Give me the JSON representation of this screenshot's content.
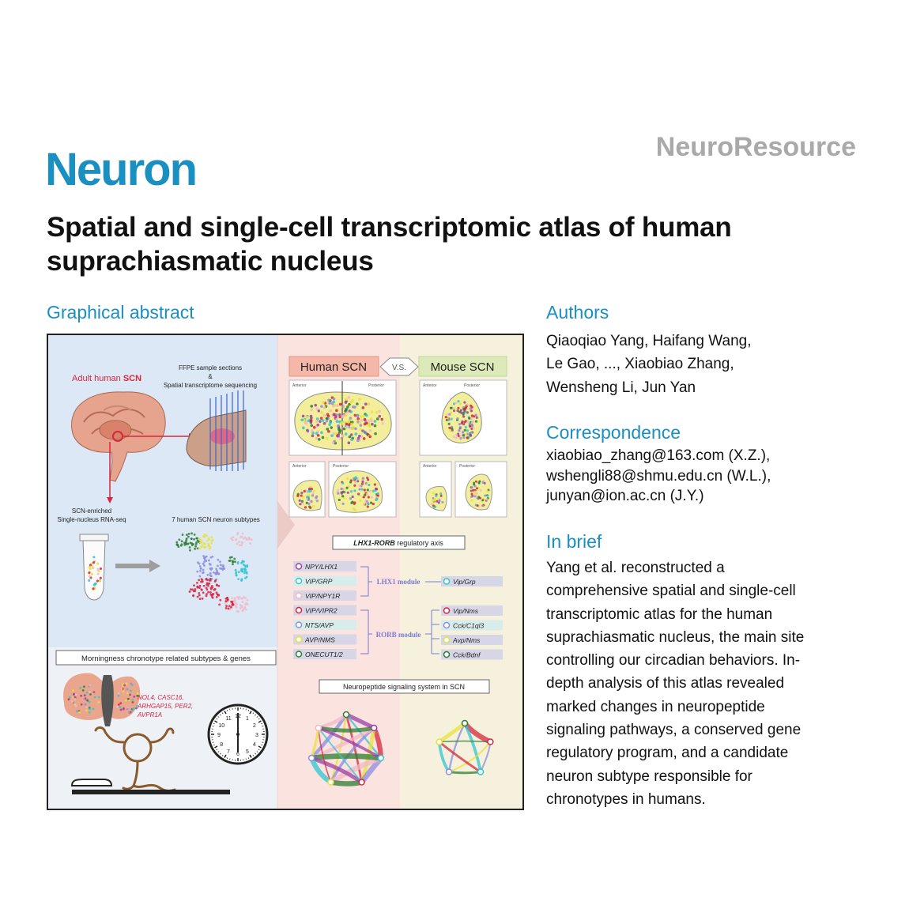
{
  "header": {
    "journal": "Neuron",
    "series": "NeuroResource"
  },
  "article": {
    "title": "Spatial and single-cell transcriptomic atlas of human suprachiasmatic nucleus"
  },
  "graphical_abstract": {
    "heading": "Graphical abstract",
    "adult_label_prefix": "Adult human ",
    "adult_label_scn": "SCN",
    "ffpe_line1": "FFPE sample sections",
    "ffpe_line2": "&",
    "ffpe_line3": "Spatial transcriptome sequencing",
    "scn_enriched_line1": "SCN-enriched",
    "scn_enriched_line2": "Single-nucleus RNA-seq",
    "subtypes_label": "7 human SCN neuron subtypes",
    "human_scn": "Human SCN",
    "vs": "V.S.",
    "mouse_scn": "Mouse SCN",
    "anterior": "Anterior",
    "posterior": "Posterior",
    "axis_label_italic": "LHX1-RORB",
    "axis_label_rest": " regulatory axis",
    "human_subtypes": [
      {
        "label": "NPY/LHX1",
        "color": "#9b3fa6"
      },
      {
        "label": "VIP/GRP",
        "color": "#2fc6d1"
      },
      {
        "label": "VIP/NPY1R",
        "color": "#f2b8c6"
      },
      {
        "label": "VIP/VIPR2",
        "color": "#d7263d"
      },
      {
        "label": "NTS/AVP",
        "color": "#8c8ce0"
      },
      {
        "label": "AVP/NMS",
        "color": "#e8e23a"
      },
      {
        "label": "ONECUT1/2",
        "color": "#2e7d32"
      }
    ],
    "lhx1_module": "LHX1 module",
    "rorb_module": "RORB module",
    "mouse_subtypes": [
      {
        "label": "Vip/Grp",
        "color": "#2fc6d1"
      },
      {
        "label": "Vip/Nms",
        "color": "#d7263d"
      },
      {
        "label": "Cck/C1ql3",
        "color": "#8c8ce0"
      },
      {
        "label": "Avp/Nms",
        "color": "#e8e23a"
      },
      {
        "label": "Cck/Bdnf",
        "color": "#2e7d32"
      }
    ],
    "morningness_label": "Morningness chronotype related subtypes & genes",
    "genes_line1": "NOL4, CASC16,",
    "genes_line2": "ARHGAP15, PER2,",
    "genes_line3": "AVPR1A",
    "neuropeptide_label": "Neuropeptide signaling system in SCN",
    "clock_numbers": [
      "12",
      "1",
      "2",
      "3",
      "4",
      "5",
      "6",
      "7",
      "8",
      "9",
      "10",
      "11"
    ]
  },
  "authors": {
    "heading": "Authors",
    "lines": [
      "Qiaoqiao Yang, Haifang Wang,",
      "Le Gao, ..., Xiaobiao Zhang,",
      "Wensheng Li, Jun Yan"
    ]
  },
  "correspondence": {
    "heading": "Correspondence",
    "lines": [
      "xiaobiao_zhang@163.com (X.Z.),",
      "wshengli88@shmu.edu.cn (W.L.),",
      "junyan@ion.ac.cn (J.Y.)"
    ]
  },
  "in_brief": {
    "heading": "In brief",
    "lines": [
      "Yang et al. reconstructed a",
      "comprehensive spatial and single-cell",
      "transcriptomic atlas for the human",
      "suprachiasmatic nucleus, the main site",
      "controlling our circadian behaviors. In-",
      "depth analysis of this atlas revealed",
      "marked changes in neuropeptide",
      "signaling pathways, a conserved gene",
      "regulatory program, and a candidate",
      "neuron subtype responsible for",
      "chronotypes in humans."
    ]
  },
  "colors": {
    "brand_blue": "#1a8fc2",
    "series_gray": "#a9a9a9",
    "panel_blue": "#dce8f5",
    "panel_pink": "#fbe3df",
    "panel_cream": "#f5f1dc"
  }
}
